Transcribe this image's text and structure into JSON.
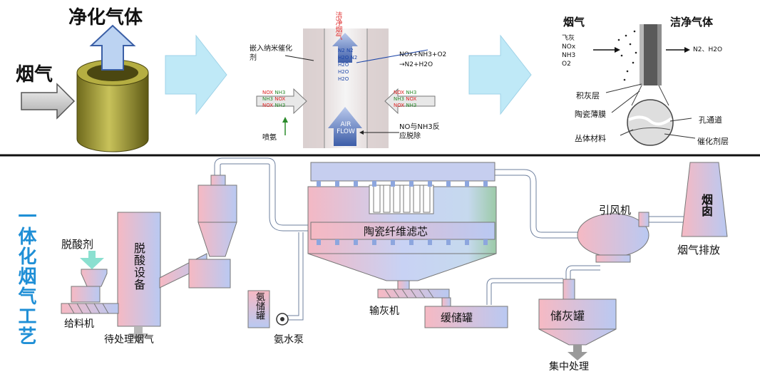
{
  "top": {
    "panel1": {
      "flue_gas": "烟气",
      "clean_gas": "净化气体"
    },
    "panel2": {
      "clean_flue_gas": "洁净烟气",
      "embedded_catalyst": "嵌入纳米催化剂",
      "reaction1": "NOx+NH3+O2",
      "reaction2": "→N2+H2O",
      "ammonia_spray": "喷氨",
      "air_flow": "AIR FLOW",
      "no_reaction_removal": "NO与NH3反应脱除",
      "n2_labels": [
        "N2",
        "N2",
        "H2O",
        "N2",
        "H2O",
        "H2O",
        "H2O"
      ],
      "nox_label": "NOX",
      "nh3_label": "NH3"
    },
    "panel3": {
      "flue_gas": "烟气",
      "clean_gas": "洁净气体",
      "inputs": [
        "飞灰",
        "NOx",
        "NH3",
        "O2"
      ],
      "outputs": "N2、H2O",
      "ash_layer": "积灰层",
      "ceramic_film": "陶瓷薄膜",
      "pore_channel": "孔通道",
      "bulk_material": "丛体材料",
      "catalyst_layer": "催化剂层"
    }
  },
  "bottom": {
    "title": "一体化烟气工艺",
    "denitration_agent": "脱酸剂",
    "denitration_equipment": "脱酸设备",
    "feeder": "给料机",
    "flue_gas_to_treat": "待处理烟气",
    "ammonia_tank": "氨储罐",
    "ammonia_pump": "氨水泵",
    "ceramic_filter": "陶瓷纤维滤芯",
    "ash_conveyor": "输灰机",
    "buffer_tank": "缓储罐",
    "ash_storage": "储灰罐",
    "central_processing": "集中处理",
    "induced_fan": "引风机",
    "chimney": "烟囱",
    "exhaust": "烟气排放"
  },
  "colors": {
    "title_blue": "#1f8fd6",
    "arrow_cyan": "#bfe9f7",
    "divider": "#111111"
  }
}
